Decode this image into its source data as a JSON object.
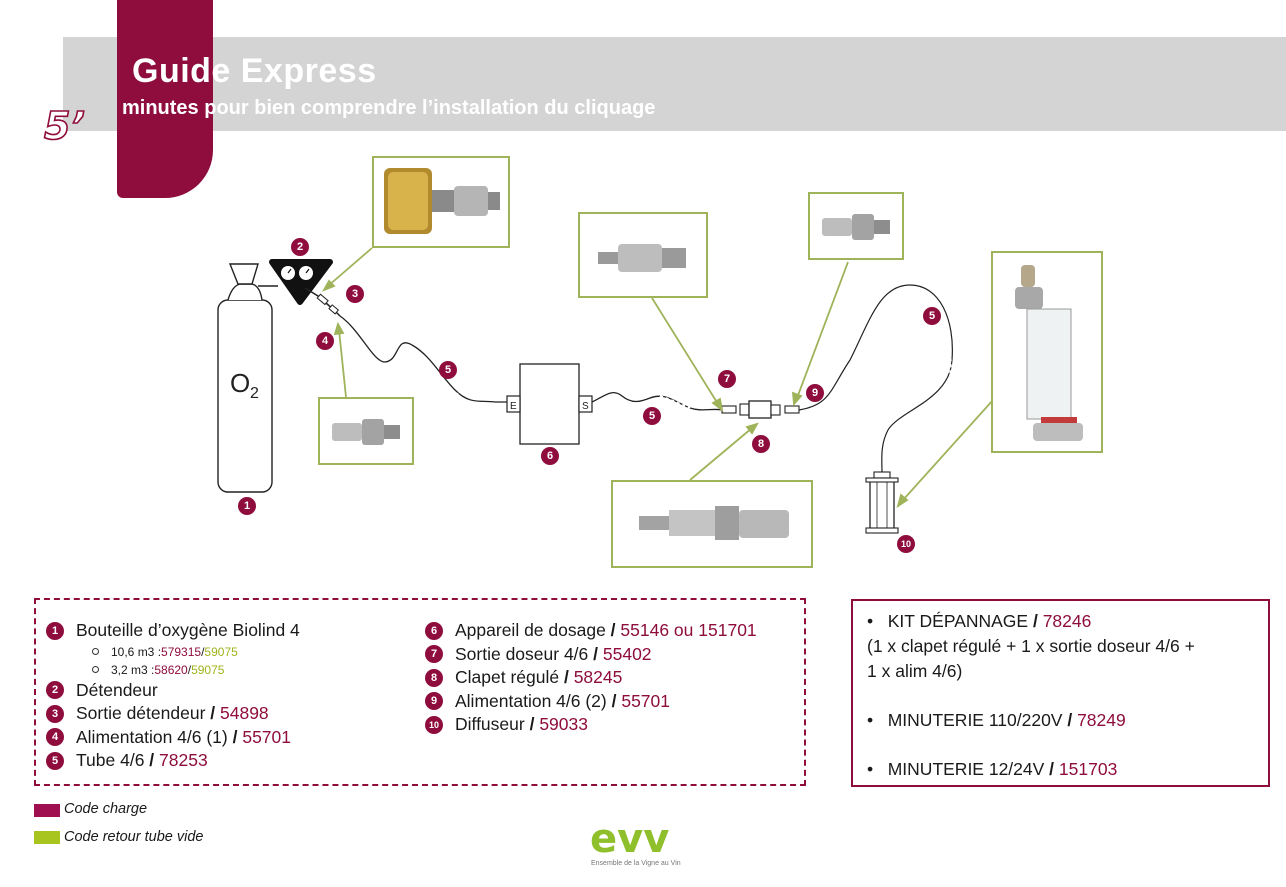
{
  "header": {
    "title": "Guide Express",
    "subtitle_strong": "minutes",
    "subtitle_rest": " pour bien comprendre l’installation du cliquage",
    "five": "5’"
  },
  "diagram": {
    "bottle_label": "O",
    "bottle_sub": "2",
    "device_in": "E",
    "device_out": "S",
    "markers": [
      "1",
      "2",
      "3",
      "4",
      "5",
      "5",
      "5",
      "6",
      "7",
      "8",
      "9",
      "10"
    ]
  },
  "legend": {
    "items_left": [
      {
        "n": "1",
        "text": "Bouteille d’oxygène Biolind 4"
      },
      {
        "n": "2",
        "text": "Détendeur"
      },
      {
        "n": "3",
        "text": "Sortie détendeur",
        "code": "54898"
      },
      {
        "n": "4",
        "text": "Alimentation 4/6 (1)",
        "code": "55701"
      },
      {
        "n": "5",
        "text": "Tube 4/6",
        "code": "78253"
      }
    ],
    "sub1": {
      "label": "10,6 m3 : ",
      "code": "579315",
      "code2": "59075"
    },
    "sub2": {
      "label": "3,2 m3 : ",
      "code": "58620",
      "code2": "59075"
    },
    "items_right": [
      {
        "n": "6",
        "text": "Appareil de dosage",
        "code": "55146 ou 151701"
      },
      {
        "n": "7",
        "text": "Sortie doseur 4/6",
        "code": "55402"
      },
      {
        "n": "8",
        "text": "Clapet régulé",
        "code": "58245"
      },
      {
        "n": "9",
        "text": "Alimentation 4/6 (2)",
        "code": "55701"
      },
      {
        "n": "10",
        "text": "Diffuseur",
        "code": "59033"
      }
    ],
    "slash": " / "
  },
  "kit": {
    "bullet": "•",
    "kit_label": "KIT DÉPANNAGE",
    "kit_code": "78246",
    "kit_desc1": "(1 x clapet régulé + 1 x sortie doseur 4/6 +",
    "kit_desc2": "1 x alim 4/6)",
    "timer1_label": "MINUTERIE 110/220V",
    "timer1_code": "78249",
    "timer2_label": "MINUTERIE 12/24V",
    "timer2_code": "151703"
  },
  "key": {
    "charge": "Code charge",
    "retour": "Code retour tube vide",
    "charge_color": "#a01050",
    "retour_color": "#a8c41e"
  },
  "logo": {
    "mark": "evv",
    "tagline": "Ensemble de la Vigne au Vin"
  }
}
